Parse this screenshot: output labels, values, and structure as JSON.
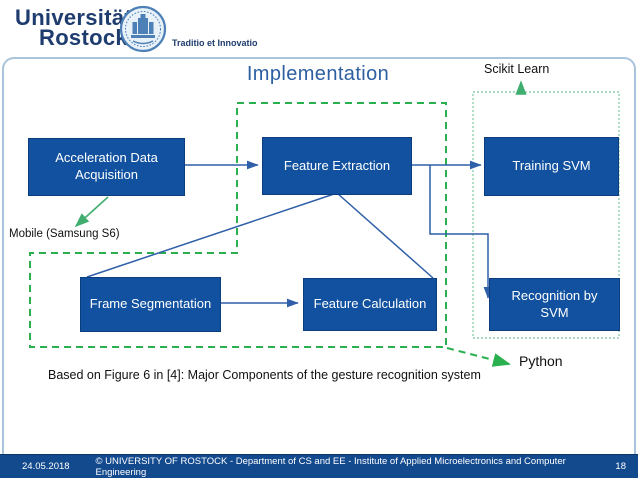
{
  "header": {
    "university_line1": "Universität",
    "university_line2": "Rostock",
    "motto": "Traditio et Innovatio"
  },
  "slide": {
    "title": "Implementation",
    "caption": "Based on Figure 6 in [4]: Major Components of the gesture recognition system"
  },
  "diagram": {
    "boxes": [
      {
        "id": "acceleration-data-acquisition",
        "label": "Acceleration Data\nAcquisition"
      },
      {
        "id": "feature-extraction",
        "label": "Feature Extraction"
      },
      {
        "id": "training-svm",
        "label": "Training SVM"
      },
      {
        "id": "frame-segmentation",
        "label": "Frame Segmentation"
      },
      {
        "id": "feature-calculation",
        "label": "Feature Calculation"
      },
      {
        "id": "recognition-by-svm",
        "label": "Recognition by\nSVM"
      }
    ],
    "labels": {
      "scikit": "Scikit Learn",
      "mobile": "Mobile (Samsung S6)",
      "python": "Python"
    }
  },
  "footer": {
    "date": "24.05.2018",
    "text": "© UNIVERSITY OF ROSTOCK - Department of CS and EE - Institute of Applied Microelectronics and Computer Engineering",
    "page": "18"
  },
  "colors": {
    "box_blue": "#11519f",
    "arrow_blue": "#2e5fa8",
    "title_blue": "#2d5fa1",
    "footer_blue": "#134a8e",
    "border_blue": "#aac4dc",
    "logo_navy": "#1e3c6e",
    "green_dashed": "#2bb050",
    "green_soft": "#3fae6e",
    "green_dot": "#8ecfad"
  }
}
